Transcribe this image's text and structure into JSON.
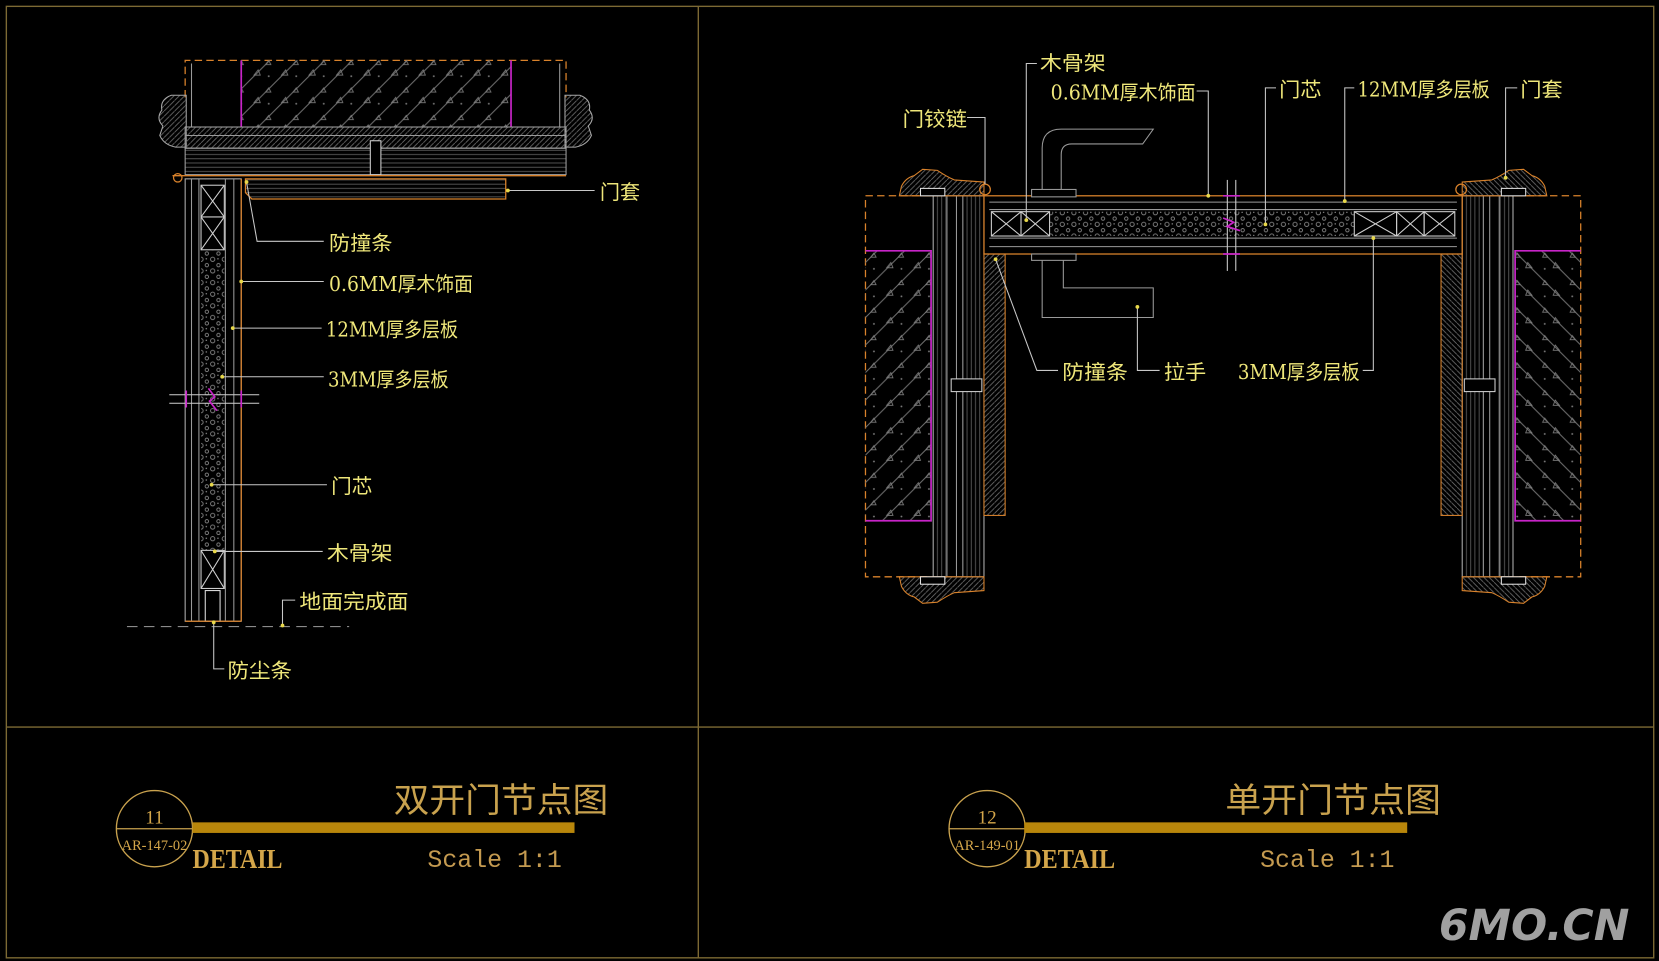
{
  "drawing": {
    "left_detail": {
      "title": "双开门节点图",
      "detail_number": "11",
      "sheet_ref": "AR-147-02",
      "detail_label": "DETAIL",
      "scale": "Scale 1:1",
      "labels": {
        "door_casing": "门套",
        "bumper_strip": "防撞条",
        "veneer": "0.6MM厚木饰面",
        "plywood_12mm": "12MM厚多层板",
        "plywood_3mm": "3MM厚多层板",
        "door_core": "门芯",
        "wood_frame": "木骨架",
        "finished_floor": "地面完成面",
        "dust_strip": "防尘条"
      }
    },
    "right_detail": {
      "title": "单开门节点图",
      "detail_number": "12",
      "sheet_ref": "AR-149-01",
      "detail_label": "DETAIL",
      "scale": "Scale 1:1",
      "labels": {
        "wood_frame": "木骨架",
        "veneer": "0.6MM厚木饰面",
        "door_core": "门芯",
        "plywood_12mm": "12MM厚多层板",
        "door_casing": "门套",
        "door_hinge": "门铰链",
        "bumper_strip": "防撞条",
        "handle": "拉手",
        "plywood_3mm": "3MM厚多层板"
      }
    }
  },
  "watermark": "6MO.CN",
  "colors": {
    "background": "#000000",
    "label_text": "#efe77a",
    "title_text": "#c9a24e",
    "frame_line": "#7d6a34",
    "outline_orange": "#d9822b",
    "wall_finish_magenta": "#c824c8",
    "hatch_gray": "#8a8a8a"
  }
}
